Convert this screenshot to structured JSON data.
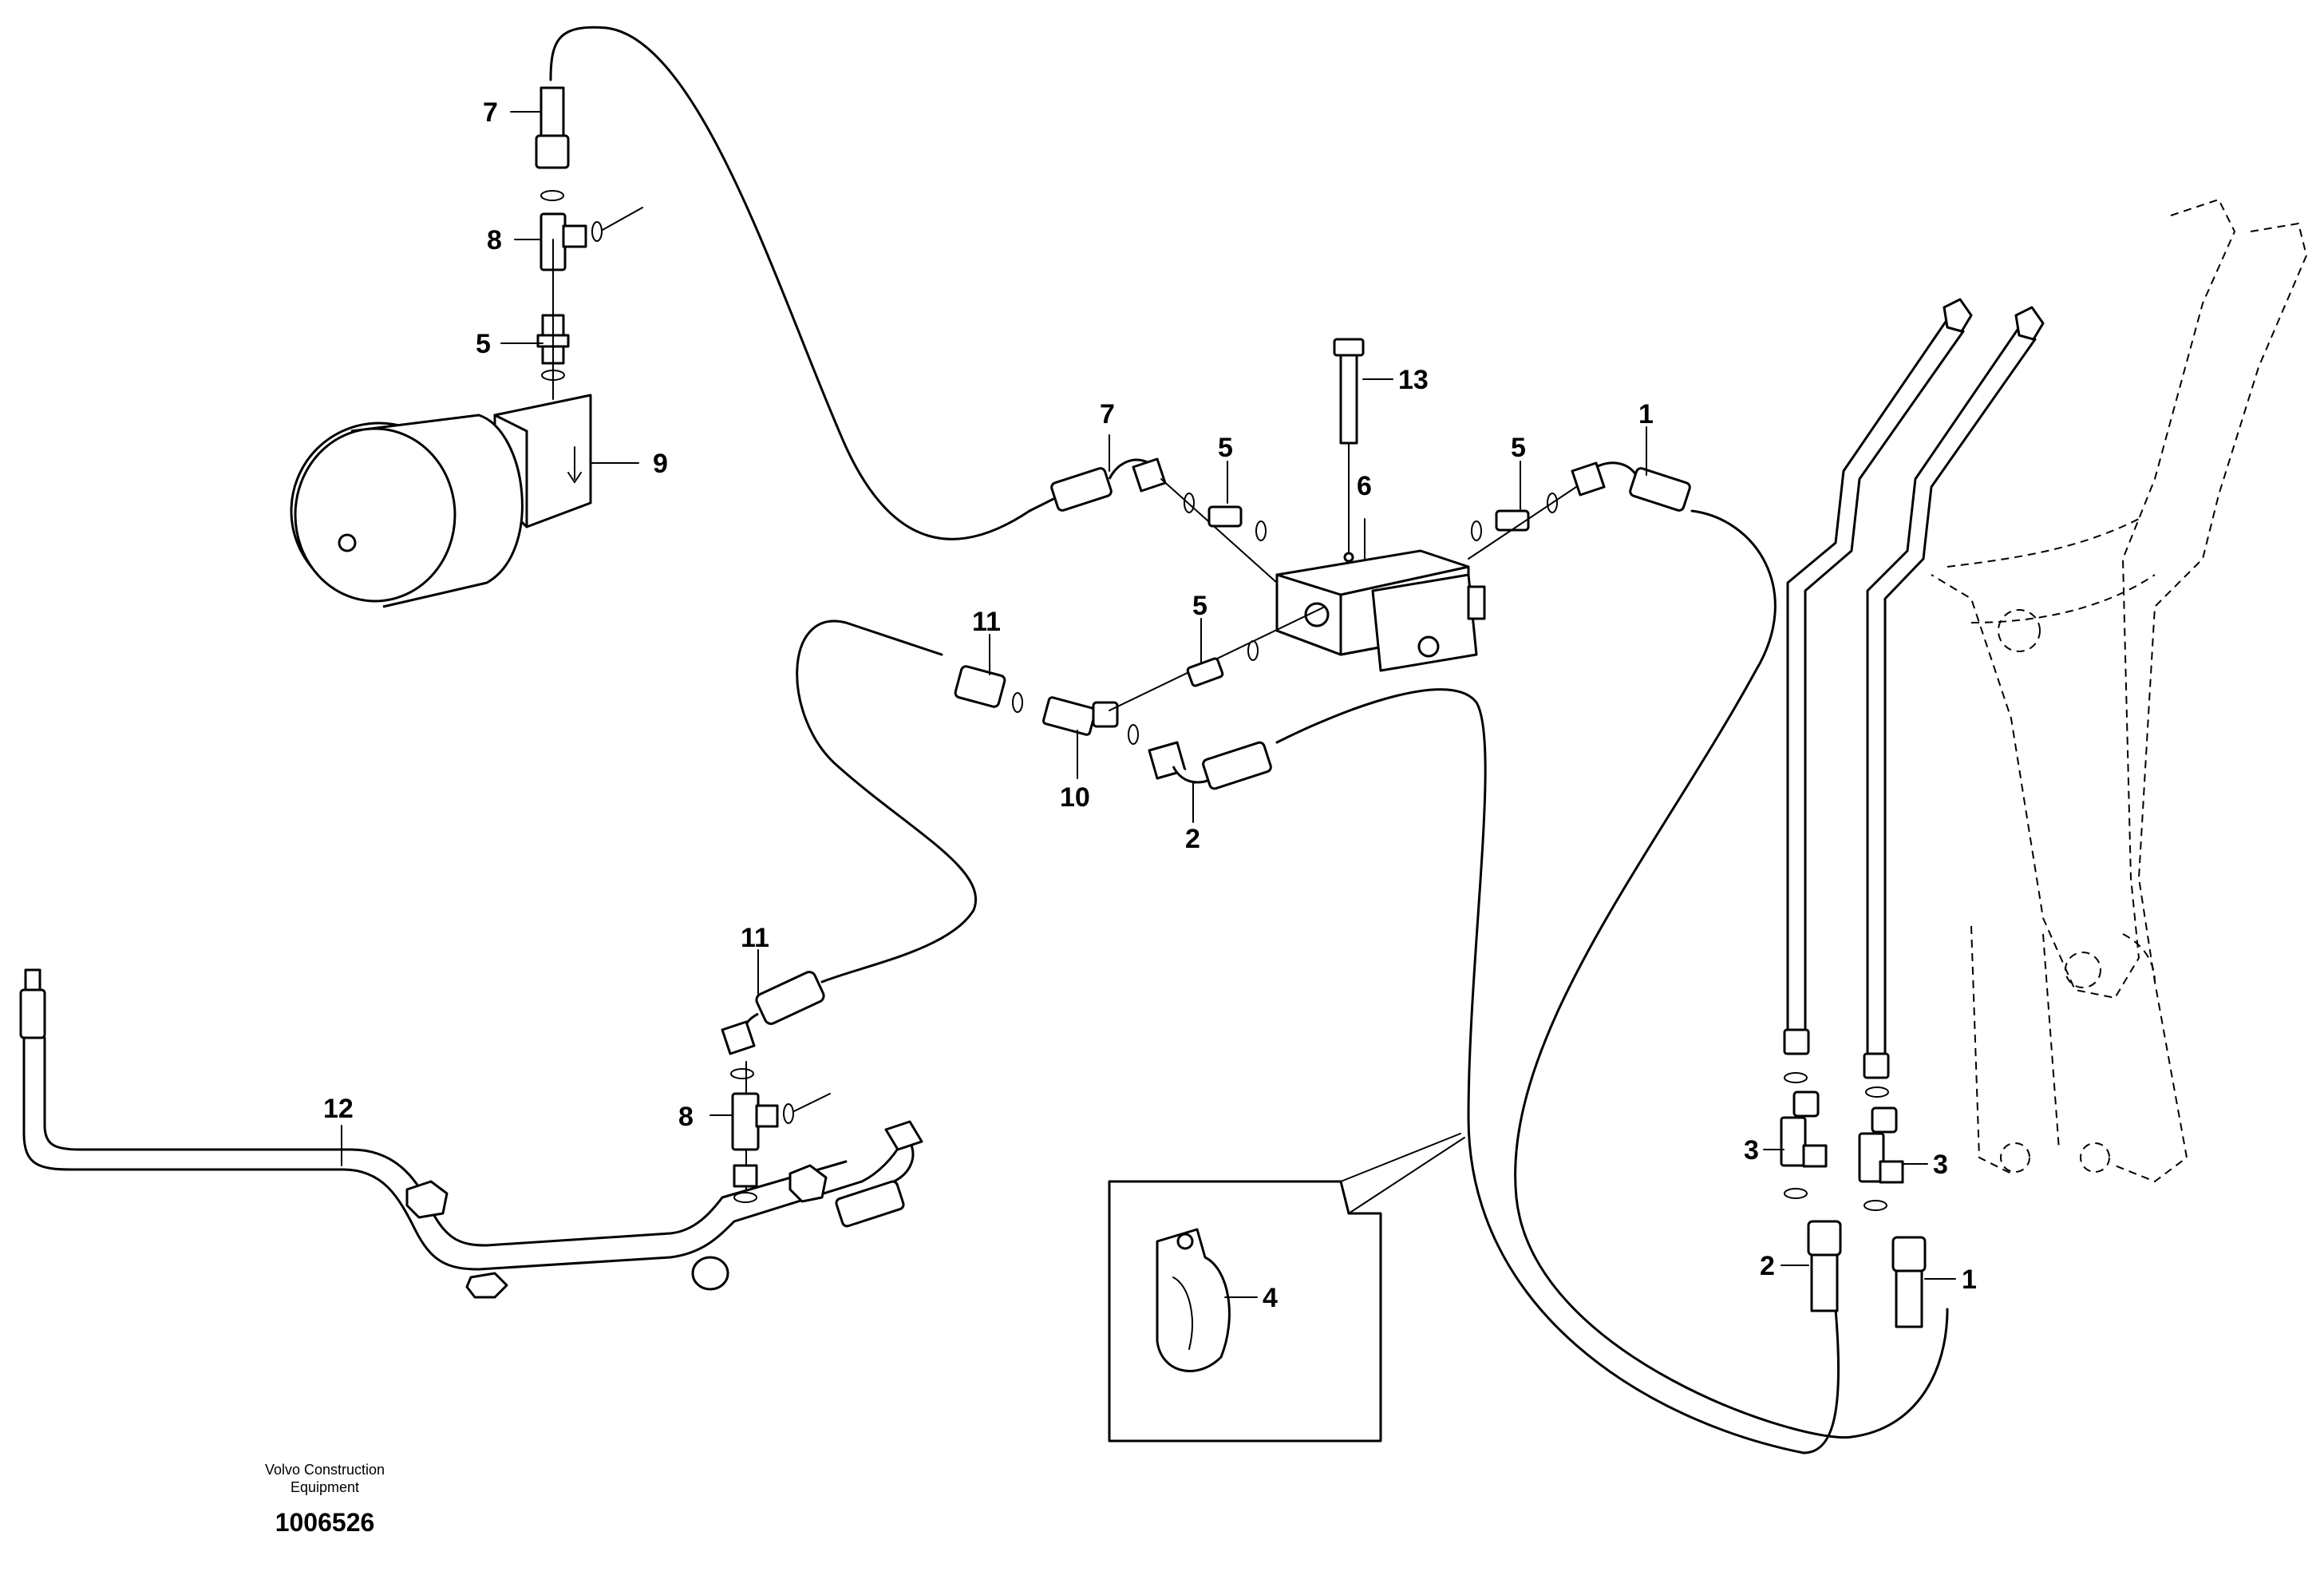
{
  "diagram": {
    "footer": {
      "company_line1": "Volvo Construction",
      "company_line2": "Equipment",
      "drawing_number": "1006526"
    },
    "callouts": {
      "c7a": "7",
      "c8a": "8",
      "c5a": "5",
      "c9": "9",
      "c13": "13",
      "c7b": "7",
      "c5b": "5",
      "c6": "6",
      "c5c": "5",
      "c1a": "1",
      "c11a": "11",
      "c5d": "5",
      "c10": "10",
      "c2a": "2",
      "c11b": "11",
      "c12": "12",
      "c8b": "8",
      "c4": "4",
      "c3a": "3",
      "c3b": "3",
      "c2b": "2",
      "c1b": "1"
    }
  }
}
